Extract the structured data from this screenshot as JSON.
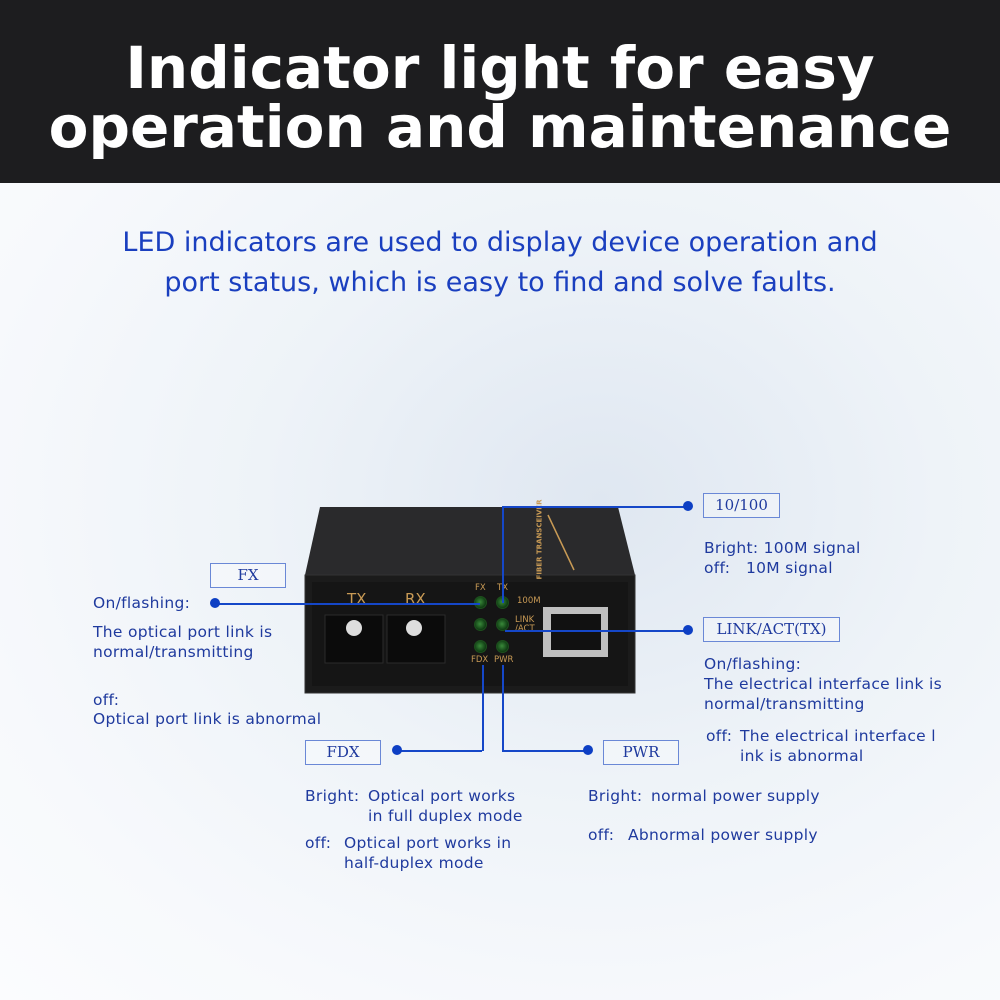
{
  "header": {
    "title_line1": "Indicator light for easy",
    "title_line2": "operation and maintenance"
  },
  "subtitle": {
    "line1": "LED indicators are used to display device operation and",
    "line2": "port status, which is easy to find and solve faults."
  },
  "device": {
    "port_labels": [
      "TX",
      "RX"
    ],
    "led_labels": {
      "fx": "FX",
      "tx": "TX",
      "m100": "100M",
      "link": "LINK",
      "act": "/ACT",
      "fdx": "FDX",
      "pwr": "PWR"
    },
    "brand_text": "FIBER TRANSCEIVER"
  },
  "callouts": {
    "fx": {
      "label": "FX",
      "on_label": "On/flashing:",
      "on_line1": "The optical port link is",
      "on_line2": "normal/transmitting",
      "off_label": "off:",
      "off_text": "Optical port link is abnormal"
    },
    "speed": {
      "label": "10/100",
      "bright": "Bright: 100M signal",
      "off": "off:   10M signal"
    },
    "link": {
      "label": "LINK/ACT(TX)",
      "on_label": "On/flashing:",
      "on_line1": "The electrical interface link is",
      "on_line2": "normal/transmitting",
      "off_label": "off:",
      "off_line1": "The electrical interface l",
      "off_line2": "ink is abnormal"
    },
    "fdx": {
      "label": "FDX",
      "bright_label": "Bright:",
      "bright_line1": "Optical port works",
      "bright_line2": "in full duplex mode",
      "off_label": "off:",
      "off_line1": "Optical port works in",
      "off_line2": "half-duplex mode"
    },
    "pwr": {
      "label": "PWR",
      "bright_label": "Bright:",
      "bright_text": "normal power supply",
      "off_label": "off:",
      "off_text": "Abnormal power supply"
    }
  },
  "colors": {
    "header_bg": "#1d1d1f",
    "accent_blue": "#1a3fbf",
    "led_green": "#2f7a2f"
  }
}
